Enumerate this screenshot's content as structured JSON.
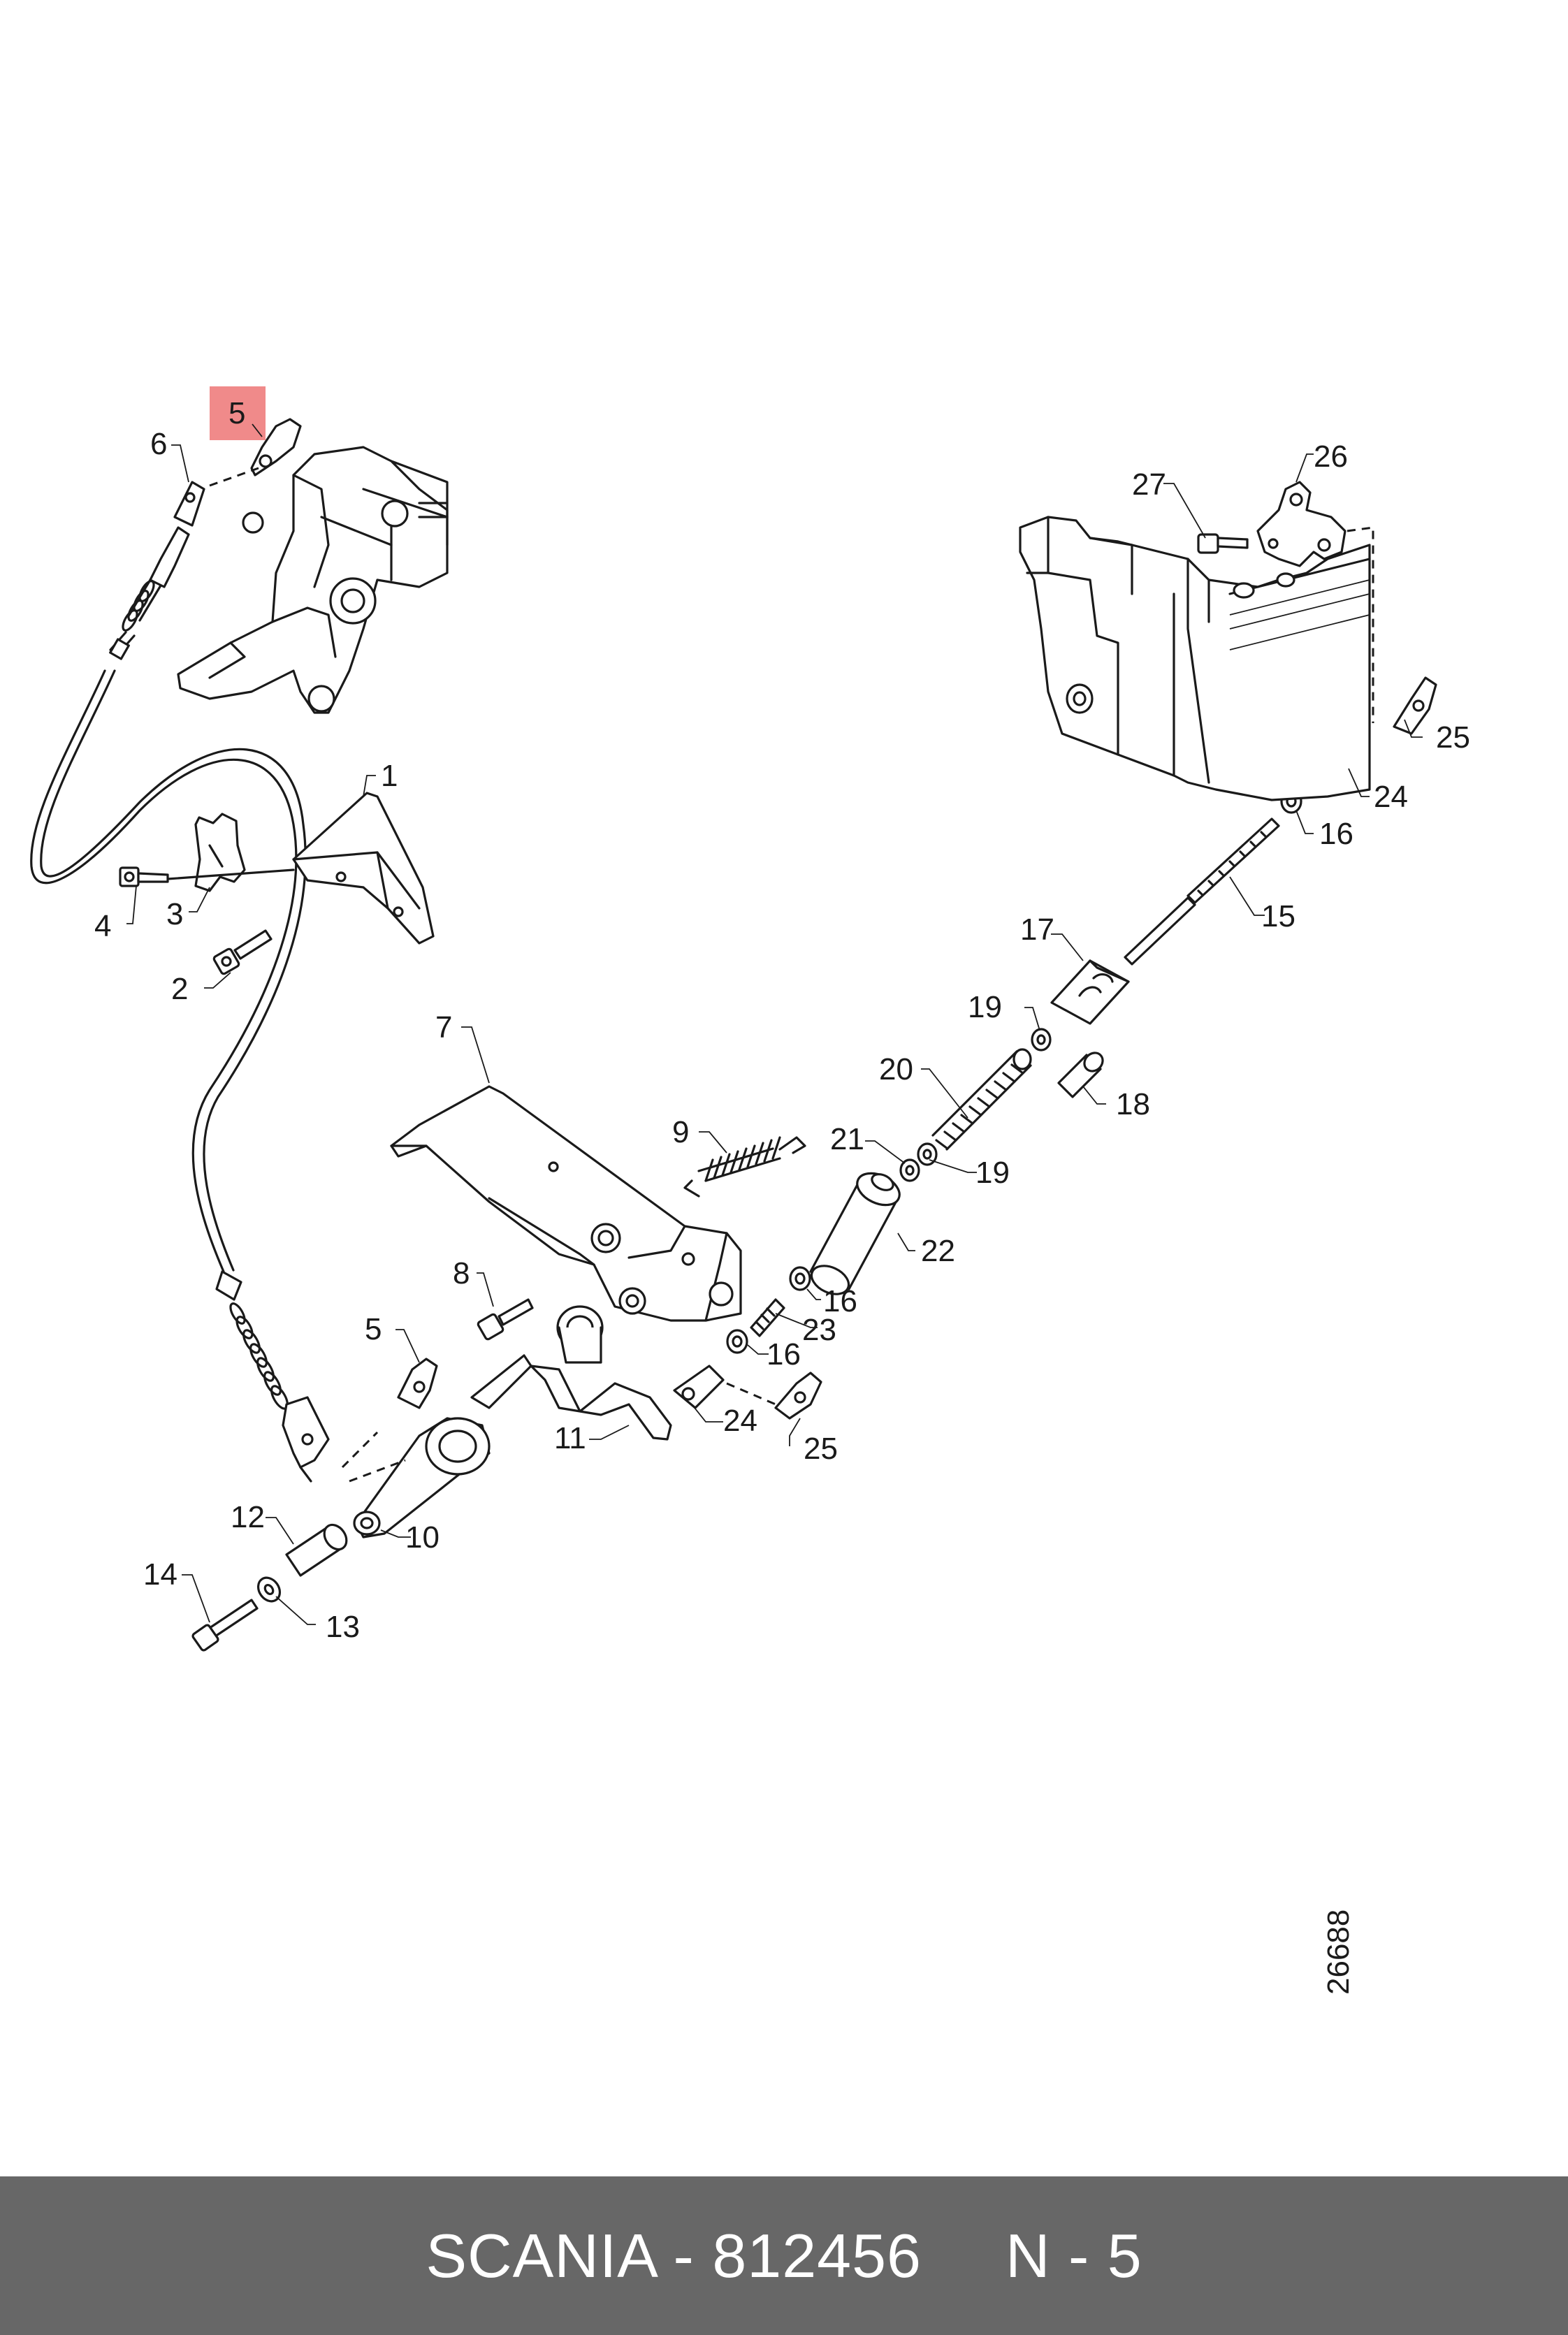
{
  "diagram": {
    "callouts": {
      "c1": "1",
      "c2": "2",
      "c3": "3",
      "c4": "4",
      "c5a": "5",
      "c5b": "5",
      "c6": "6",
      "c7": "7",
      "c8": "8",
      "c9": "9",
      "c10": "10",
      "c11": "11",
      "c12": "12",
      "c13": "13",
      "c14": "14",
      "c15": "15",
      "c16a": "16",
      "c16b": "16",
      "c16c": "16",
      "c17": "17",
      "c18": "18",
      "c19a": "19",
      "c19b": "19",
      "c20": "20",
      "c21": "21",
      "c22": "22",
      "c23": "23",
      "c24a": "24",
      "c24b": "24",
      "c25a": "25",
      "c25b": "25",
      "c26": "26",
      "c27": "27"
    },
    "highlighted_callout": "5",
    "highlight_color": "#f08a8a",
    "drawing_number": "26688"
  },
  "footer": {
    "brand_part": "SCANIA - 812456",
    "position_ref": "N - 5",
    "background": "#676767"
  }
}
